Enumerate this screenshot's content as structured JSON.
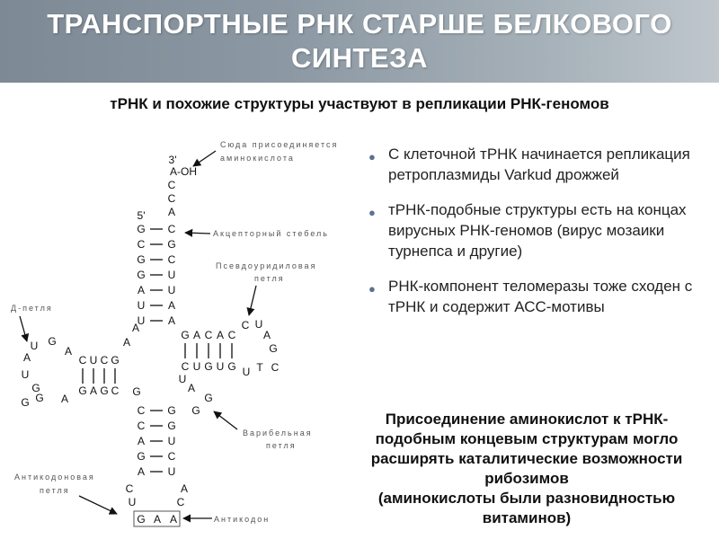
{
  "slide": {
    "title_line1": "ТРАНСПОРТНЫЕ РНК СТАРШЕ БЕЛКОВОГО",
    "title_line2": "СИНТЕЗА",
    "subtitle": "тРНК и похожие структуры участвуют в репликации РНК-геномов"
  },
  "diagram": {
    "labels": {
      "aa_site_1": "Сюда присоединяется",
      "aa_site_2": "аминокислота",
      "acceptor": "Акцепторный стебель",
      "pseudo_1": "Псевдоуридиловая",
      "pseudo_2": "петля",
      "d_loop": "Д-петля",
      "variable_1": "Варибельная",
      "variable_2": "петля",
      "anticodon_loop_1": "Антикодоновая",
      "anticodon_loop_2": "петля",
      "anticodon": "Антикодон"
    },
    "end3": "3'",
    "aoh": "A-OH",
    "end5": "5'",
    "tail": [
      "C",
      "C",
      "A"
    ],
    "acceptor_pairs": [
      [
        "G",
        "C"
      ],
      [
        "C",
        "G"
      ],
      [
        "G",
        "C"
      ],
      [
        "G",
        "U"
      ],
      [
        "A",
        "U"
      ],
      [
        "U",
        "A"
      ],
      [
        "U",
        "A"
      ]
    ],
    "d_stem_top": [
      "C",
      "U",
      "C",
      "G"
    ],
    "d_stem_bottom": [
      "G",
      "A",
      "G",
      "C"
    ],
    "d_loop_nucs": [
      "U",
      "G",
      "A",
      "A",
      "U",
      "G",
      "G",
      "G",
      "A"
    ],
    "junction_1": [
      "A",
      "A"
    ],
    "t_stem_top": [
      "G",
      "A",
      "C",
      "A",
      "C"
    ],
    "t_stem_bottom": [
      "C",
      "U",
      "G",
      "U",
      "G"
    ],
    "t_loop_nucs": [
      "C",
      "U",
      "A",
      "G",
      "C",
      "T",
      "U"
    ],
    "junction_2": [
      "G",
      "U",
      "A",
      "G",
      "G"
    ],
    "anticodon_pairs": [
      [
        "C",
        "G"
      ],
      [
        "C",
        "G"
      ],
      [
        "A",
        "U"
      ],
      [
        "G",
        "C"
      ],
      [
        "A",
        "U"
      ]
    ],
    "anticodon_loop_nucs": [
      "C",
      "U",
      "A",
      "C"
    ],
    "anticodon_triplet": [
      "G",
      "A",
      "A"
    ]
  },
  "bullets": [
    "С клеточной тРНК начинается репликация ретроплазмиды Varkud дрожжей",
    "тРНК-подобные структуры есть на концах вирусных РНК-геномов (вирус мозаики турнепса и другие)",
    "РНК-компонент теломеразы тоже сходен с тРНК и содержит АСС-мотивы"
  ],
  "conclusion": {
    "line1": "Присоединение аминокислот к тРНК-",
    "line2": "подобным концевым структурам могло",
    "line3": "расширять каталитические возможности",
    "line4": "рибозимов",
    "line5": "(аминокислоты были разновидностью",
    "line6": "витаминов)"
  }
}
